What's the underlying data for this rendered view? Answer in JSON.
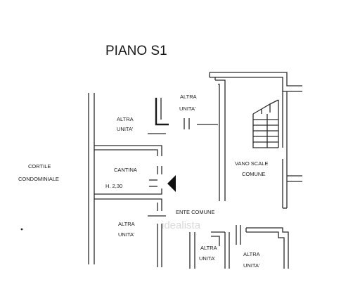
{
  "plan": {
    "title": "PIANO S1",
    "labels": {
      "cortile": [
        "CORTILE",
        "CONDOMINIALE"
      ],
      "altra_unita_top_left": [
        "ALTRA",
        "UNITA'"
      ],
      "altra_unita_top_center": [
        "ALTRA",
        "UNITA'"
      ],
      "cantina": "CANTINA",
      "cantina_height": "H. 2,30",
      "vano_scale": [
        "VANO SCALE",
        "COMUNE"
      ],
      "ente_comune": "ENTE COMUNE",
      "altra_unita_bottom_left": [
        "ALTRA",
        "UNITA'"
      ],
      "altra_unita_bottom_mid": [
        "ALTRA",
        "UNITA'"
      ],
      "altra_unita_bottom_right": [
        "ALTRA",
        "UNITA'"
      ]
    },
    "watermark": "idealista"
  }
}
